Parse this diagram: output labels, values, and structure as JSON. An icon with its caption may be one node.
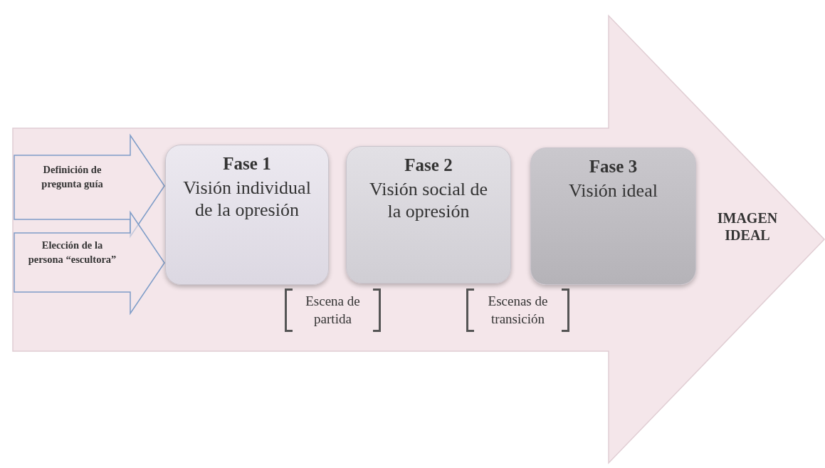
{
  "diagram": {
    "nodes": [
      {
        "text": [
          "IMAGEN IDEAL"
        ]
      },
      {
        "text": [
          "Definición de pregunta guía"
        ],
        "in": 0
      },
      {
        "text": [
          "Elección de la persona “escultora”"
        ],
        "in": 0
      },
      {
        "text": [
          "Fase 1",
          "Visión individual de la opresión"
        ],
        "in": 0
      },
      {
        "text": [
          "Fase 2",
          "Visión social de la opresión"
        ],
        "in": 0
      },
      {
        "text": [
          "Fase 3",
          "Visión ideal"
        ],
        "in": 0
      }
    ],
    "edges": [
      {
        "from": 1,
        "to": 3,
        "arrow": "to"
      },
      {
        "from": 2,
        "to": 3,
        "arrow": "to"
      }
    ],
    "labels": [
      "Escena de partida",
      "Escenas de transición"
    ]
  }
}
